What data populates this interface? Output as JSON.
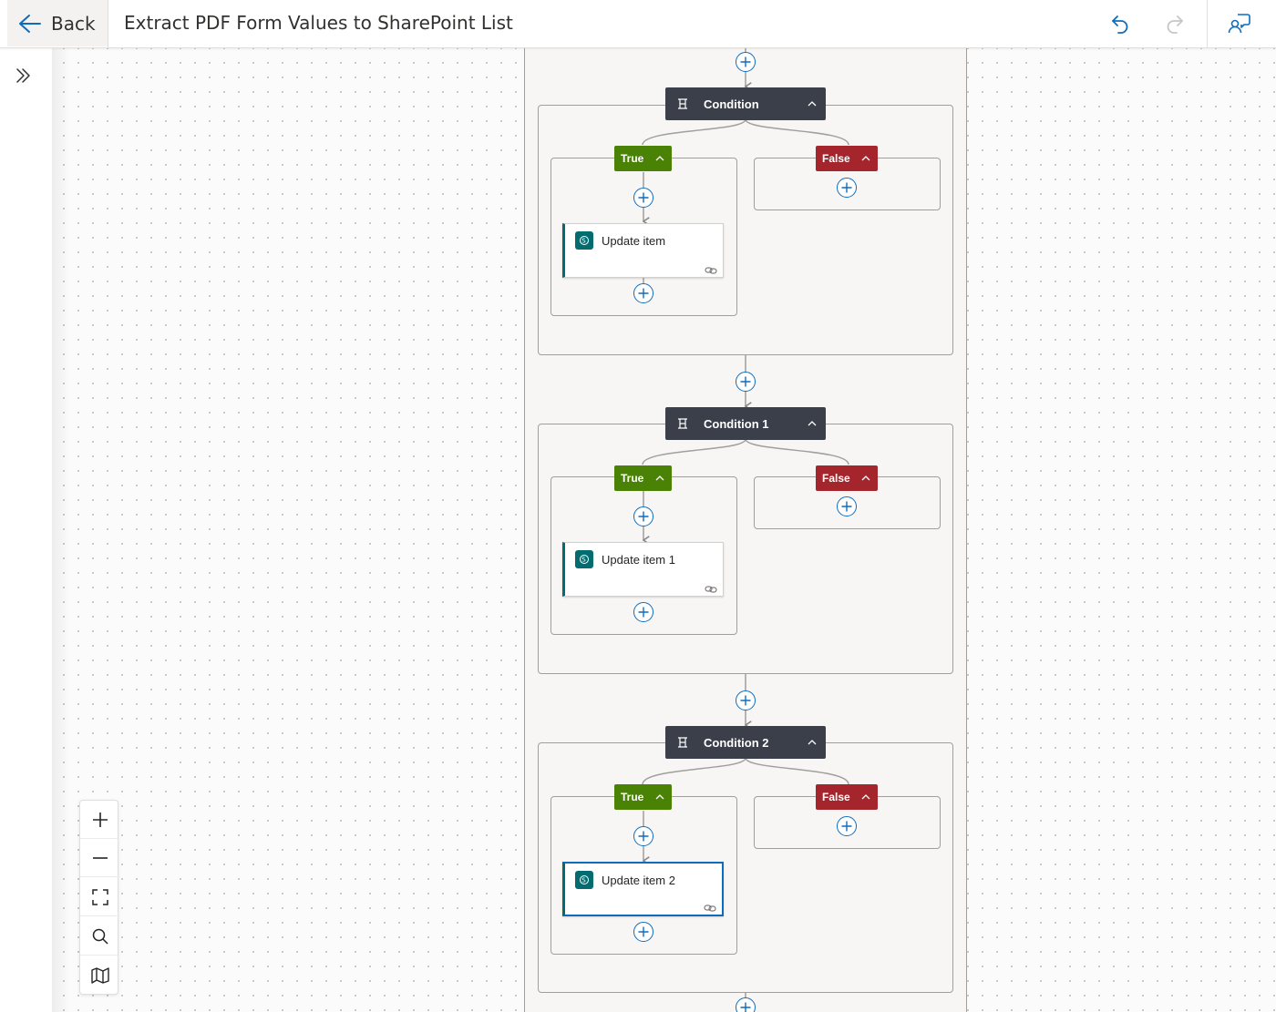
{
  "header": {
    "back_label": "Back",
    "title": "Extract PDF Form Values to SharePoint List"
  },
  "colors": {
    "accent": "#0f6cbd",
    "condition_header": "#3b3f4a",
    "true_branch": "#498205",
    "false_branch": "#a4262c",
    "sharepoint": "#036c70"
  },
  "icons": {
    "back": "arrow-left-icon",
    "undo": "undo-icon",
    "redo": "redo-icon",
    "copilot": "copilot-chat-icon",
    "expand": "double-chevron-right-icon",
    "condition": "condition-icon",
    "sharepoint": "sharepoint-icon",
    "link": "link-icon"
  },
  "flow": {
    "conditions": [
      {
        "title": "Condition",
        "true_label": "True",
        "false_label": "False",
        "action_title": "Update item"
      },
      {
        "title": "Condition 1",
        "true_label": "True",
        "false_label": "False",
        "action_title": "Update item 1"
      },
      {
        "title": "Condition 2",
        "true_label": "True",
        "false_label": "False",
        "action_title": "Update item 2"
      }
    ]
  },
  "zoom_controls": [
    "zoom-in-icon",
    "zoom-out-icon",
    "fit-to-screen-icon",
    "search-icon",
    "minimap-icon"
  ]
}
